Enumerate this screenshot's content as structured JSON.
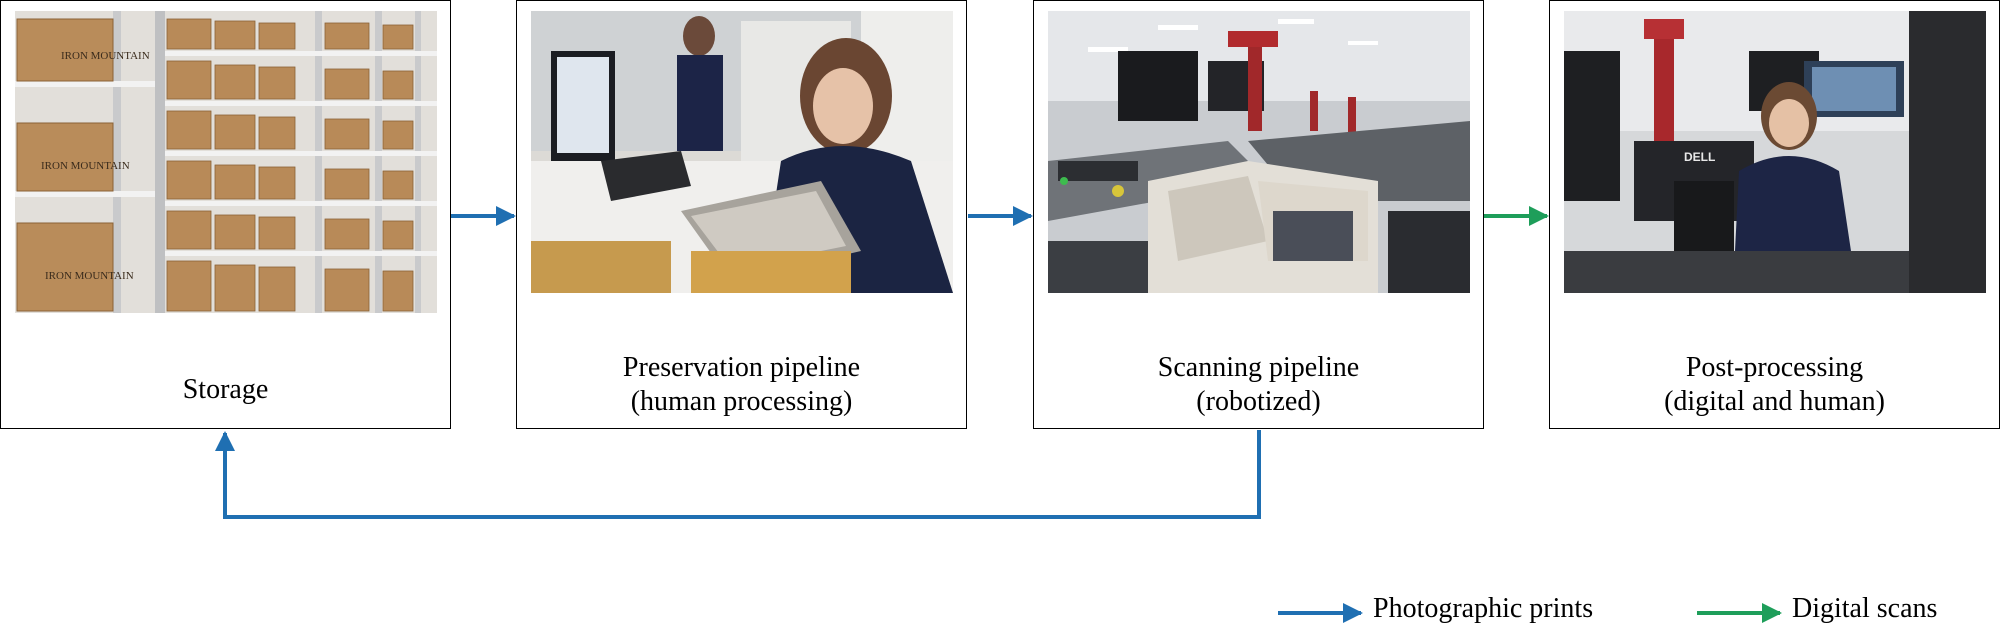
{
  "stages": [
    {
      "id": "storage",
      "label_lines": [
        "Storage"
      ]
    },
    {
      "id": "preservation",
      "label_lines": [
        "Preservation pipeline",
        "(human processing)"
      ]
    },
    {
      "id": "scanning",
      "label_lines": [
        "Scanning pipeline",
        "(robotized)"
      ]
    },
    {
      "id": "post",
      "label_lines": [
        "Post-processing",
        "(digital and human)"
      ]
    }
  ],
  "photo_lettering": {
    "storage_boxes": "IRON MOUNTAIN",
    "monitor_brand": "DELL"
  },
  "legend": {
    "prints": {
      "label": "Photographic prints",
      "color": "#1f6fb2"
    },
    "scans": {
      "label": "Digital scans",
      "color": "#1e9e5a"
    }
  },
  "arrow_flows": [
    {
      "from": "storage",
      "to": "preservation",
      "kind": "prints"
    },
    {
      "from": "preservation",
      "to": "scanning",
      "kind": "prints"
    },
    {
      "from": "scanning",
      "to": "post",
      "kind": "scans"
    },
    {
      "from": "scanning",
      "to": "storage",
      "kind": "prints"
    }
  ]
}
